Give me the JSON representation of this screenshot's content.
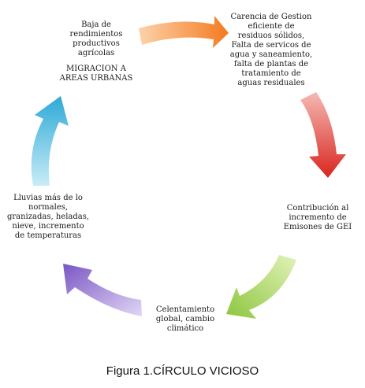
{
  "nodes": [
    {
      "id": "n1",
      "text": "Baja de\nrendimientos\nproductivos\nagrícolas"
    },
    {
      "id": "n1b",
      "text": "MIGRACION A\nAREAS URBANAS"
    },
    {
      "id": "n2",
      "text": "Carencia de Gestion\neficiente de\nresiduos sólidos,\nFalta de  servicos de\nagua y saneamiento,\nfalta de plantas de\ntratamiento de\naguas residuales"
    },
    {
      "id": "n3",
      "text": "Contribución al\nincremento de\nEmisones de GEI"
    },
    {
      "id": "n4",
      "text": "Celentamiento\nglobal, cambio\nclimático"
    },
    {
      "id": "n5",
      "text": "Lluvias más de lo\nnormales,\ngranizadas, heladas,\nnieve, incremento\nde temperaturas"
    }
  ],
  "arrows": [
    {
      "name": "arrow-orange",
      "color": "#f5883a"
    },
    {
      "name": "arrow-red",
      "color": "#e0443f"
    },
    {
      "name": "arrow-green",
      "color": "#9dd14a"
    },
    {
      "name": "arrow-purple",
      "color": "#8f6fcf"
    },
    {
      "name": "arrow-blue",
      "color": "#4fbde0"
    }
  ],
  "caption": "Figura 1.CÍRCULO VICIOSO"
}
